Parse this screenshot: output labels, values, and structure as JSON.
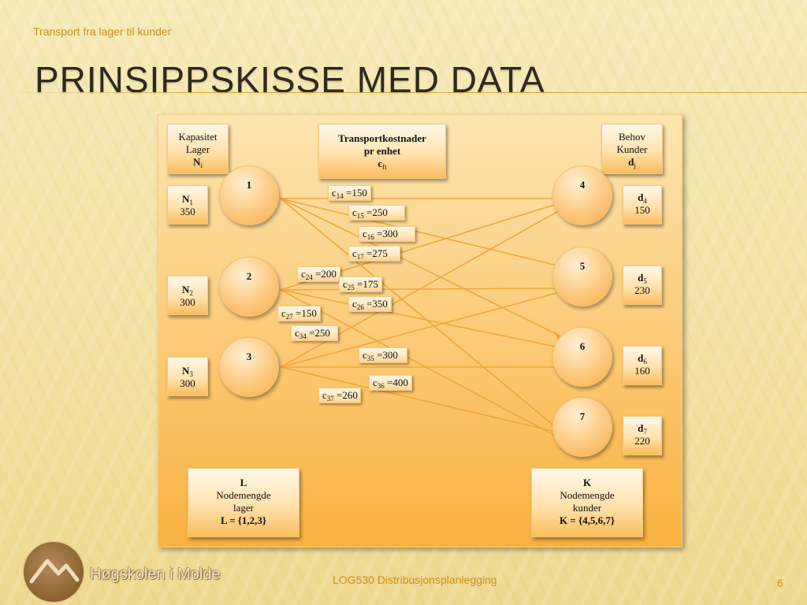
{
  "header": {
    "subtitle": "Transport fra lager til kunder"
  },
  "title": "PRINSIPPSKISSE MED DATA",
  "legend": {
    "capacity": {
      "line1": "Kapasitet",
      "line2": "Lager",
      "sym": "N",
      "sub": "i"
    },
    "cost": {
      "line1": "Transportkostnader",
      "line2": "pr enhet",
      "sym": "c",
      "sub": "ft"
    },
    "demand": {
      "line1": "Behov",
      "line2": "Kunder",
      "sym": "d",
      "sub": "j"
    }
  },
  "warehouses": [
    {
      "id": "1",
      "sym": "N",
      "sub": "1",
      "value": "350"
    },
    {
      "id": "2",
      "sym": "N",
      "sub": "2",
      "value": "300"
    },
    {
      "id": "3",
      "sym": "N",
      "sub": "3",
      "value": "300"
    }
  ],
  "customers": [
    {
      "id": "4",
      "sym": "d",
      "sub": "4",
      "value": "150"
    },
    {
      "id": "5",
      "sym": "d",
      "sub": "5",
      "value": "230"
    },
    {
      "id": "6",
      "sym": "d",
      "sub": "6",
      "value": "160"
    },
    {
      "id": "7",
      "sym": "d",
      "sub": "7",
      "value": "220"
    }
  ],
  "costs": [
    {
      "from": "1",
      "to": "4",
      "sym": "c",
      "sub": "14",
      "value": "=150"
    },
    {
      "from": "1",
      "to": "5",
      "sym": "c",
      "sub": "15",
      "value": "=250"
    },
    {
      "from": "1",
      "to": "6",
      "sym": "c",
      "sub": "16",
      "value": "=300"
    },
    {
      "from": "1",
      "to": "7",
      "sym": "c",
      "sub": "17",
      "value": "=275"
    },
    {
      "from": "2",
      "to": "4",
      "sym": "c",
      "sub": "24",
      "value": "=200"
    },
    {
      "from": "2",
      "to": "5",
      "sym": "c",
      "sub": "25",
      "value": "=175"
    },
    {
      "from": "2",
      "to": "6",
      "sym": "c",
      "sub": "26",
      "value": "=350"
    },
    {
      "from": "2",
      "to": "7",
      "sym": "c",
      "sub": "27",
      "value": "=150"
    },
    {
      "from": "3",
      "to": "4",
      "sym": "c",
      "sub": "34",
      "value": "=250"
    },
    {
      "from": "3",
      "to": "5",
      "sym": "c",
      "sub": "35",
      "value": "=300"
    },
    {
      "from": "3",
      "to": "6",
      "sym": "c",
      "sub": "36",
      "value": "=400"
    },
    {
      "from": "3",
      "to": "7",
      "sym": "c",
      "sub": "37",
      "value": "=260"
    }
  ],
  "sets": {
    "L": {
      "name": "L",
      "line1": "Nodemengde",
      "line2": "lager",
      "formula": "L = {1,2,3}"
    },
    "K": {
      "name": "K",
      "line1": "Nodemengde",
      "line2": "kunder",
      "formula": "K = {4,5,6,7}"
    }
  },
  "footer": {
    "logo_text": "Høgskolen i Molde",
    "course": "LOG530 Distribusjonsplanlegging",
    "page": "6"
  },
  "colors": {
    "edge": "#f0a63a",
    "accent": "#c8901c",
    "title": "#2e2a1e"
  }
}
